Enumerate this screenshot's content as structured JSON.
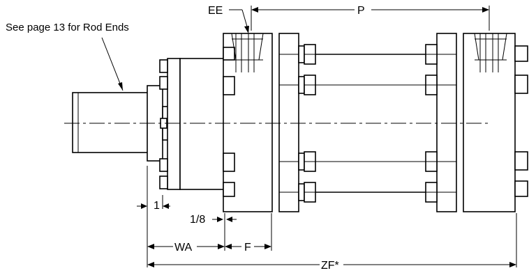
{
  "note": "See page 13 for Rod Ends",
  "dimensions": {
    "ee": "EE",
    "p": "P",
    "one": "1",
    "one_eighth": "1/8",
    "wa": "WA",
    "f": "F",
    "zf": "ZF*"
  }
}
